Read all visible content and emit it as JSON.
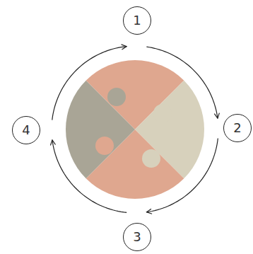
{
  "diagram": {
    "nodes": [
      {
        "text": [
          "1"
        ]
      },
      {
        "text": [
          "2"
        ]
      },
      {
        "text": [
          "3"
        ]
      },
      {
        "text": [
          "4"
        ]
      }
    ],
    "edges": [
      {
        "from": 0,
        "to": 1,
        "arrow": "to"
      },
      {
        "from": 1,
        "to": 2,
        "arrow": "to"
      },
      {
        "from": 2,
        "to": 3,
        "arrow": "to"
      },
      {
        "from": 3,
        "to": 0,
        "arrow": "to"
      }
    ]
  }
}
